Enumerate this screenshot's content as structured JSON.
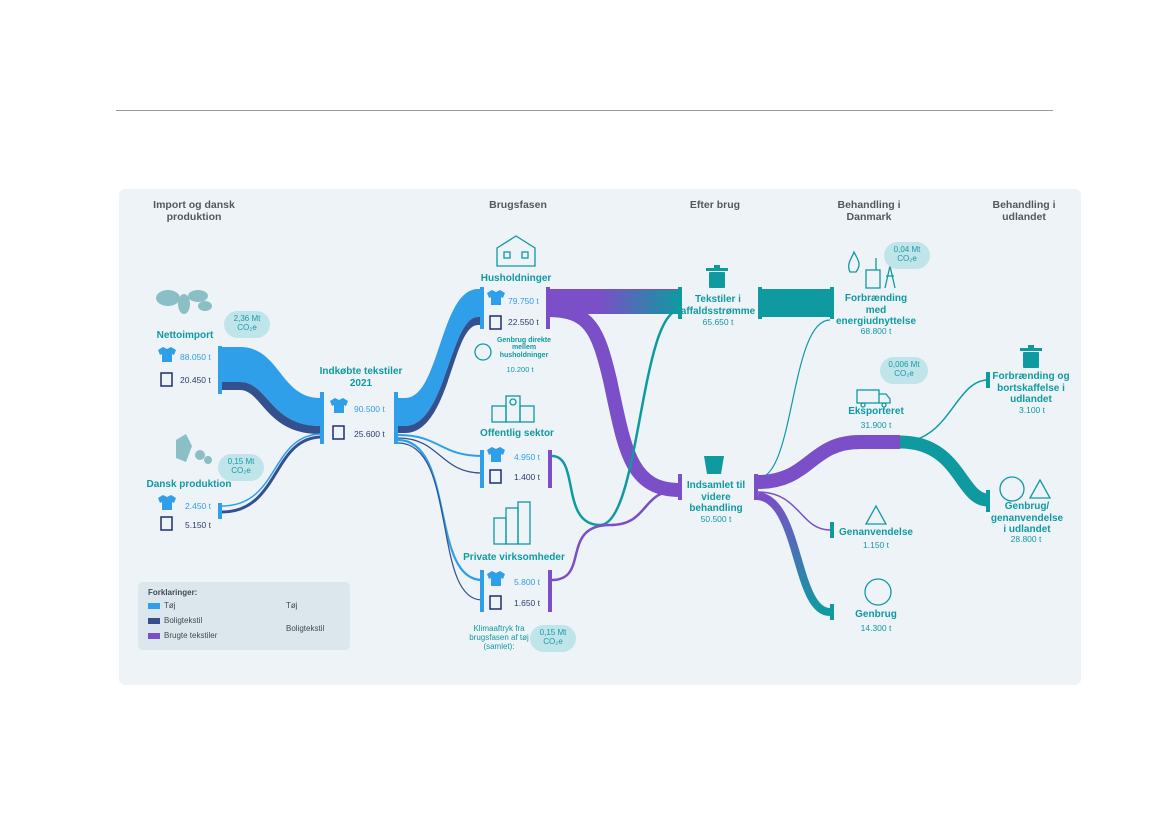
{
  "headers": {
    "import": "Import og dansk produktion",
    "use": "Brugsfasen",
    "after": "Efter brug",
    "dk": "Behandling i Danmark",
    "abroad": "Behandling i udlandet"
  },
  "nodes": {
    "nettoimport": {
      "label": "Nettoimport",
      "toj": "88.050 t",
      "bolig": "20.450 t",
      "co2": "2,36 Mt CO₂e"
    },
    "dansk": {
      "label": "Dansk produktion",
      "toj": "2.450 t",
      "bolig": "5.150 t",
      "co2": "0,15 Mt CO₂e"
    },
    "indkobte": {
      "label": "Indkøbte tekstiler 2021",
      "toj": "90.500 t",
      "bolig": "25.600 t"
    },
    "hus": {
      "label": "Husholdninger",
      "toj": "79.750 t",
      "bolig": "22.550 t"
    },
    "genbrug_direkte": {
      "label": "Genbrug direkte mellem husholdninger",
      "value": "10.200 t"
    },
    "offentlig": {
      "label": "Offentlig sektor",
      "toj": "4.950 t",
      "bolig": "1.400 t"
    },
    "private": {
      "label": "Private virksomheder",
      "toj": "5.800 t",
      "bolig": "1.650 t"
    },
    "klima": {
      "label": "Klimaaftryk fra brugsfasen af tøj (samlet):",
      "co2": "0,15 Mt CO₂e"
    },
    "affald": {
      "label": "Tekstiler i affaldsstrømme",
      "value": "65.650 t"
    },
    "indsamlet": {
      "label": "Indsamlet til videre behandling",
      "value": "50.500 t"
    },
    "forbraending": {
      "label": "Forbrænding med energiudnyttelse",
      "value": "68.800 t",
      "co2": "0,04 Mt CO₂e"
    },
    "eksporteret": {
      "label": "Eksporteret",
      "value": "31.900 t",
      "co2": "0,006 Mt CO₂e"
    },
    "genanvendelse": {
      "label": "Genanvendelse",
      "value": "1.150 t"
    },
    "genbrug": {
      "label": "Genbrug",
      "value": "14.300 t"
    },
    "bortskaffelse": {
      "label": "Forbrænding og bortskaffelse i udlandet",
      "value": "3.100 t"
    },
    "genbrug_udland": {
      "label": "Genbrug/ genanvendelse i udlandet",
      "value": "28.800 t"
    }
  },
  "legend": {
    "title": "Forklaringer:",
    "items": [
      "Tøj",
      "Boligtekstil",
      "Brugte tekstiler"
    ],
    "icons": [
      "Tøj",
      "Boligtekstil"
    ]
  },
  "colors": {
    "toj": "#2e9fe8",
    "boligtekstil": "#34508f",
    "brugte": "#7a4fc7",
    "teal": "#0f9aa0",
    "panel": "#eef3f8"
  },
  "icons": [
    "world-map-icon",
    "denmark-map-icon",
    "house-icon",
    "public-building-icon",
    "office-buildings-icon",
    "trash-icon",
    "recycle-bin-icon",
    "incineration-plant-icon",
    "truck-icon",
    "recycle-icon",
    "tshirt-icon",
    "textile-icon"
  ]
}
